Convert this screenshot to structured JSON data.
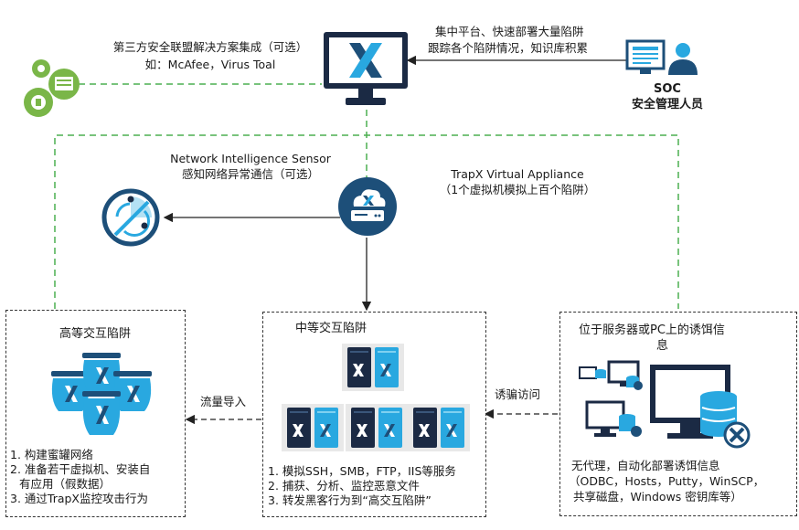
{
  "third_party": {
    "title": "第三方安全联盟解决方案集成（可选）",
    "example": "如：McAfee，Virus Toal"
  },
  "central": {
    "line1": "集中平台、快速部署大量陷阱",
    "line2": "跟踪各个陷阱情况，知识库积累"
  },
  "soc": {
    "title": "SOC",
    "subtitle": "安全管理人员"
  },
  "sensor": {
    "title": "Network Intelligence Sensor",
    "subtitle": "感知网络异常通信（可选）"
  },
  "appliance": {
    "title": "TrapX Virtual Appliance",
    "subtitle": "（1个虚拟机模拟上百个陷阱）"
  },
  "high_trap": {
    "title": "高等交互陷阱",
    "items": [
      "1. 构建蜜罐网络",
      "2. 准备若干虚拟机、安装自",
      "有应用（假数据）",
      "3. 通过TrapX监控攻击行为"
    ]
  },
  "mid_trap": {
    "title": "中等交互陷阱",
    "items": [
      "1. 模拟SSH，SMB，FTP，IIS等服务",
      "2. 捕获、分析、监控恶意文件",
      "3. 转发黑客行为到“高交互陷阱”"
    ]
  },
  "decoy": {
    "title_line1": "位于服务器或PC上的诱饵信",
    "title_line2": "息",
    "desc_line1": "无代理，自动化部署诱饵信息",
    "desc_line2": "（ODBC，Hosts，Putty，WinSCP，",
    "desc_line3": "共享磁盘，Windows 密钥库等）"
  },
  "labels": {
    "traffic": "流量导入",
    "lure": "诱骗访问"
  },
  "icons": {
    "gears": "gears-icon",
    "monitor": "trapx-monitor-icon",
    "soc": "soc-operator-icon",
    "sensor": "radar-sensor-icon",
    "appliance": "cloud-appliance-icon",
    "jars": "honeypot-jars-icon",
    "servers": "server-tower-icon",
    "decoy": "decoy-pc-icon"
  },
  "colors": {
    "green_dash": "#4caf50",
    "blue_dark": "#1d4f79",
    "blue_light": "#29a8e0",
    "navy": "#1b2a44"
  }
}
